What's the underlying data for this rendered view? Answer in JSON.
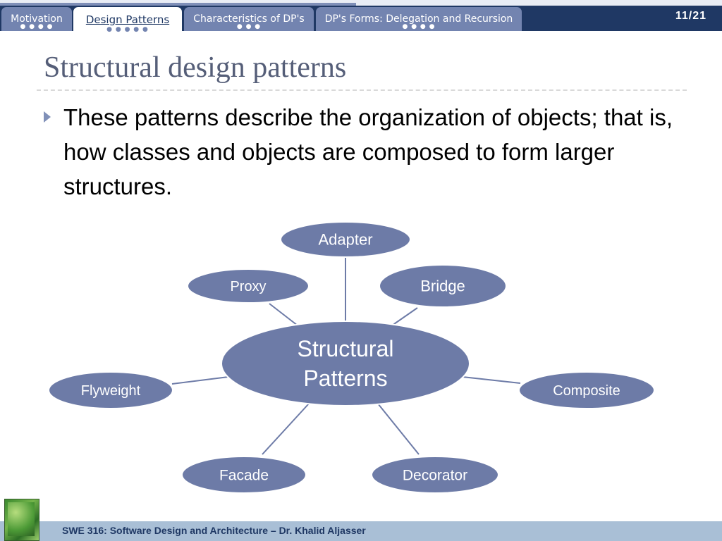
{
  "nav": {
    "tabs": [
      {
        "label": "Motivation",
        "dots": "● ● ● ●"
      },
      {
        "label": "Design Patterns",
        "dots": "● ● ● ● ●"
      },
      {
        "label": "Characteristics of DP's",
        "dots": "● ● ●"
      },
      {
        "label": "DP's Forms: Delegation and Recursion",
        "dots": "● ● ● ●"
      }
    ],
    "active_tab": "Design Patterns",
    "page_number": "11/21"
  },
  "slide": {
    "title": "Structural design patterns",
    "bullet": "These patterns describe the organization of objects; that is, how classes and objects are composed to form larger structures."
  },
  "diagram": {
    "center": {
      "line1": "Structural",
      "line2": "Patterns"
    },
    "nodes": [
      "Adapter",
      "Proxy",
      "Bridge",
      "Flyweight",
      "Composite",
      "Facade",
      "Decorator"
    ],
    "colors": {
      "node_fill": "#6d7ba7",
      "node_stroke": "#ffffff",
      "connector": "#6d7ba7",
      "text": "#ffffff"
    }
  },
  "footer": {
    "text": "SWE 316: Software Design and Architecture – Dr. Khalid Aljasser",
    "logo_icon": "book-cover-icon"
  }
}
